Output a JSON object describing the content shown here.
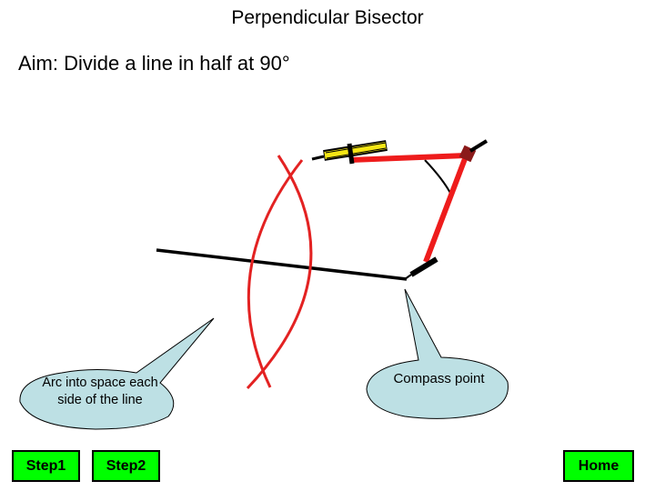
{
  "title": "Perpendicular Bisector",
  "aim": "Aim: Divide a line in half at 90°",
  "callouts": {
    "arc": "Arc into space each side of the line",
    "compass": "Compass point"
  },
  "buttons": {
    "step1": "Step1",
    "step2": "Step2",
    "home": "Home"
  },
  "colors": {
    "button_fill": "#00ff00",
    "callout_fill": "#bde0e4",
    "arc_color": "#e32222",
    "compass_arm": "#ee1c1c",
    "pencil_body": "#f5e614"
  }
}
